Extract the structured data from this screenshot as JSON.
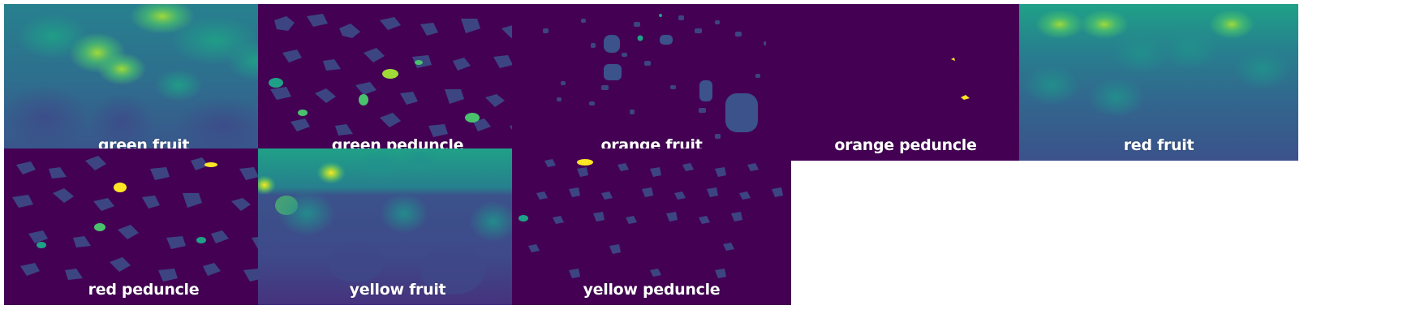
{
  "heatmaps": [
    {
      "id": "green-fruit",
      "label": "green fruit",
      "style": "dense"
    },
    {
      "id": "green-peduncle",
      "label": "green peduncle",
      "style": "sparse-blobs"
    },
    {
      "id": "orange-fruit",
      "label": "orange fruit",
      "style": "sparse-large"
    },
    {
      "id": "orange-peduncle",
      "label": "orange peduncle",
      "style": "near-empty"
    },
    {
      "id": "red-fruit",
      "label": "red fruit",
      "style": "dense"
    },
    {
      "id": "red-peduncle",
      "label": "red peduncle",
      "style": "sparse-blobs"
    },
    {
      "id": "yellow-fruit",
      "label": "yellow fruit",
      "style": "dense-banded"
    },
    {
      "id": "yellow-peduncle",
      "label": "yellow peduncle",
      "style": "sparse-small"
    }
  ],
  "colormap": {
    "name": "viridis",
    "stops": [
      "#440154",
      "#46327e",
      "#365c8d",
      "#277f8e",
      "#1fa187",
      "#4ac16d",
      "#a0da39",
      "#fde725"
    ]
  }
}
